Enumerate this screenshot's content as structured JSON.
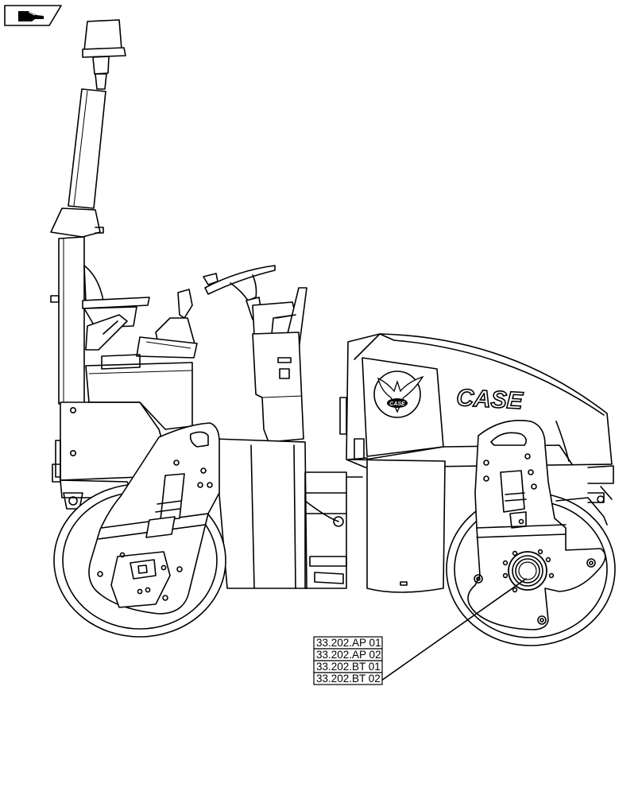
{
  "nav_icon": "hand-pointing-icon",
  "brand": {
    "logo_text": "CASE",
    "emblem_text": "CASE"
  },
  "references": [
    {
      "label": "33.202.AP 01"
    },
    {
      "label": "33.202.AP 02"
    },
    {
      "label": "33.202.BT 01"
    },
    {
      "label": "33.202.BT 02"
    }
  ]
}
